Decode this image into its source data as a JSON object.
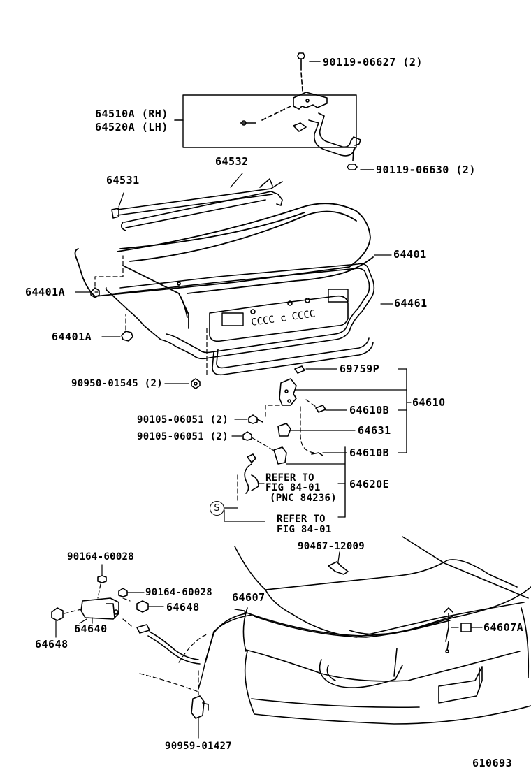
{
  "diagram": {
    "figure_number": "610693",
    "parts": {
      "bolt_upper": "90119-06627 (2)",
      "hinge_rh": "64510A (RH)",
      "hinge_lh": "64520A (LH)",
      "bolt_lower": "90119-06630 (2)",
      "torsion_bar_lh": "64531",
      "torsion_bar_rh": "64532",
      "lid": "64401",
      "cushion_upper": "64401A",
      "cushion_lower": "64401A",
      "weatherstrip": "64461",
      "nut": "90950-01545 (2)",
      "striker_clip": "69759P",
      "lock_assy": "64610",
      "lock_bolt_upper": "64610B",
      "lock_bolt_lower": "64610B",
      "lock_cover": "64631",
      "screw_upper": "90105-06051 (2)",
      "screw_lower": "90105-06051 (2)",
      "cylinder": "64620E",
      "refer_1_line1": "REFER TO",
      "refer_1_line2": "FIG 84-01",
      "refer_1_line3": "(PNC 84236)",
      "s_marker": "S",
      "refer_2_line1": "REFER TO",
      "refer_2_line2": "FIG 84-01",
      "clamp": "90467-12009",
      "opener_screw_a": "90164-60028",
      "opener_screw_b": "90164-60028",
      "opener_cushion_a": "64648",
      "opener_cushion_b": "64648",
      "opener_lever": "64640",
      "cable": "64607",
      "cable_clip": "64607A",
      "cable_clamp": "90959-01427"
    }
  }
}
